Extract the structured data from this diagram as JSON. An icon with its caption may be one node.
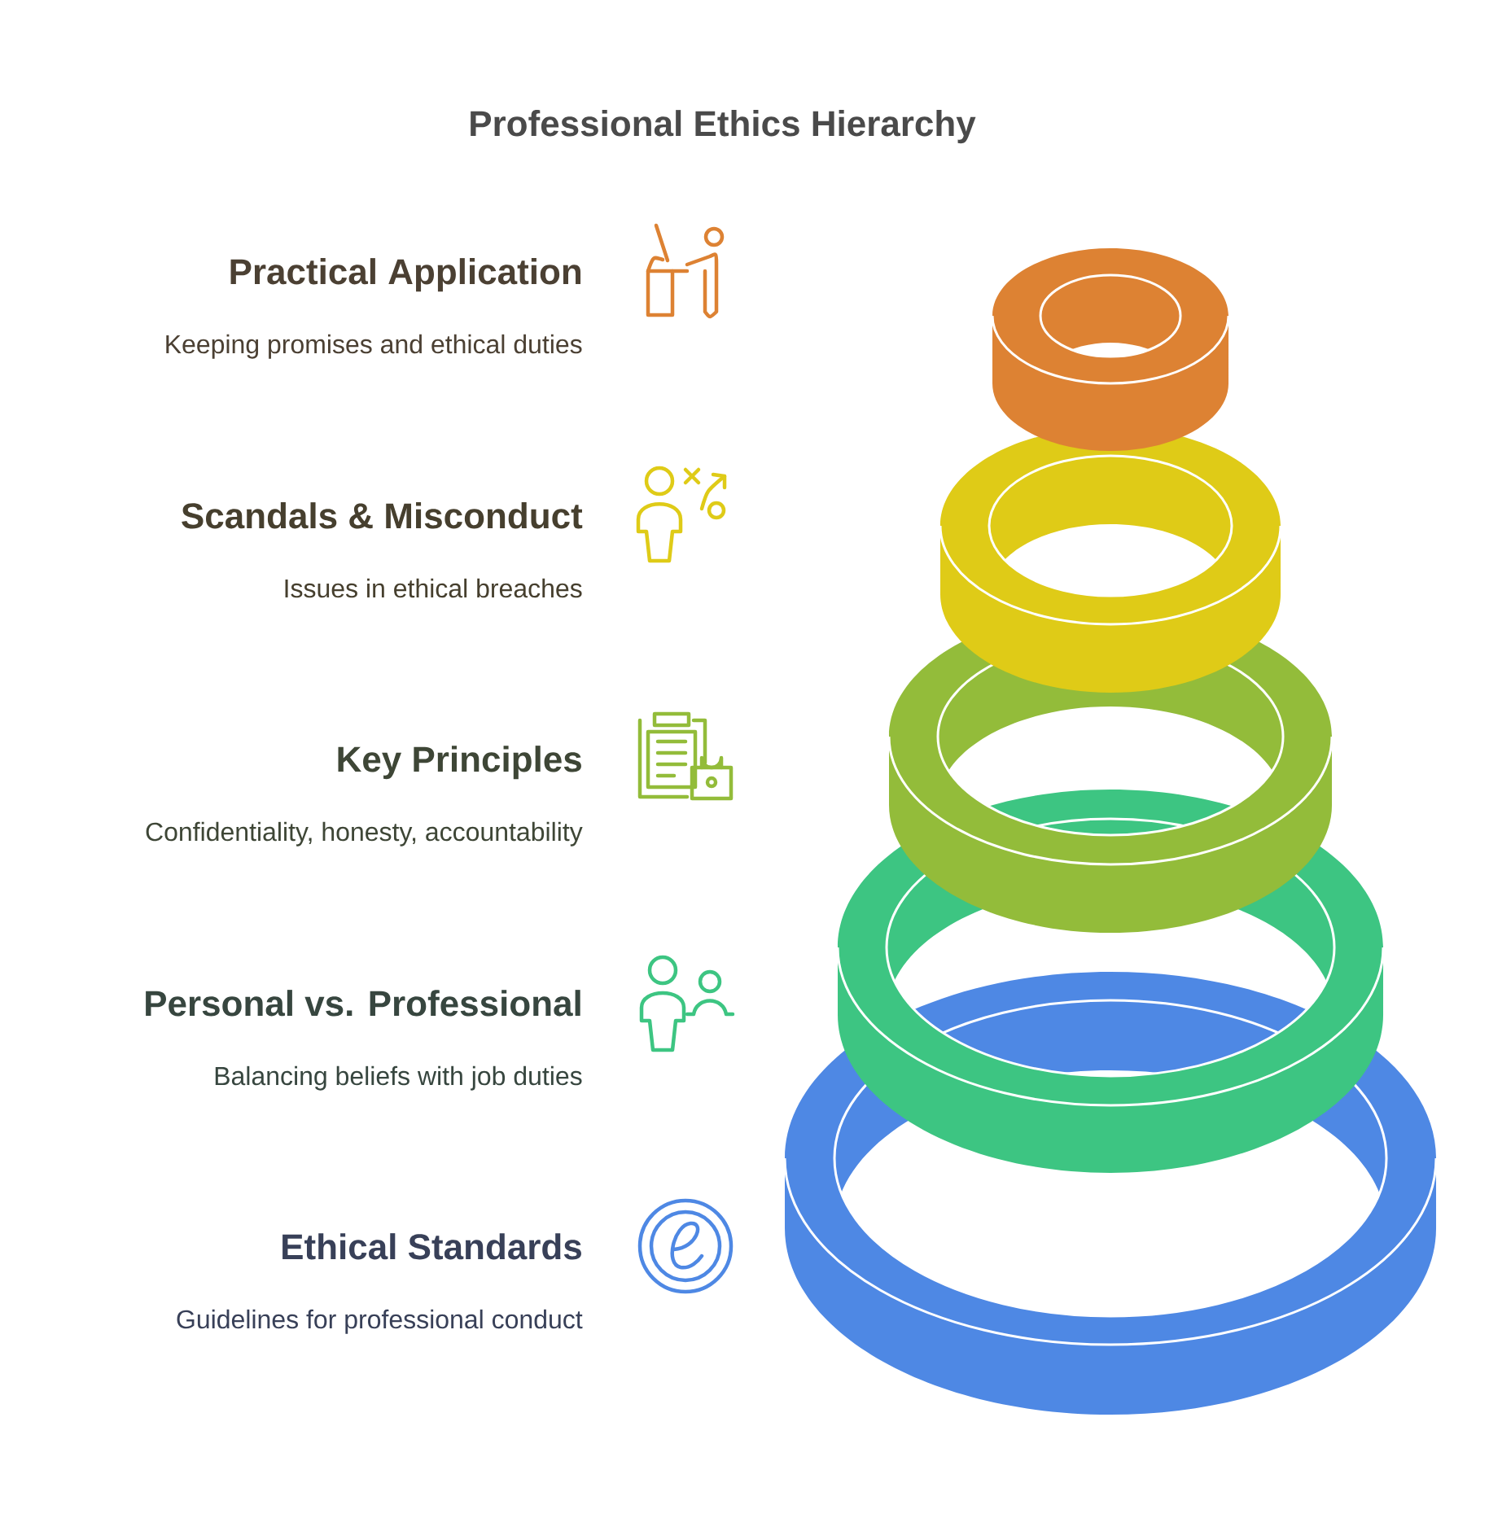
{
  "diagram": {
    "title": "Professional Ethics Hierarchy",
    "nodes": [
      {
        "text": [
          "Practical Application",
          "Keeping promises and ethical duties"
        ]
      },
      {
        "text": [
          "Scandals & Misconduct",
          "Issues in ethical breaches"
        ]
      },
      {
        "text": [
          "Key Principles",
          "Confidentiality, honesty, accountability"
        ]
      },
      {
        "text": [
          "Personal vs. Professional",
          "Balancing beliefs with job duties"
        ]
      },
      {
        "text": [
          "Ethical Standards",
          "Guidelines for professional conduct"
        ]
      }
    ]
  }
}
